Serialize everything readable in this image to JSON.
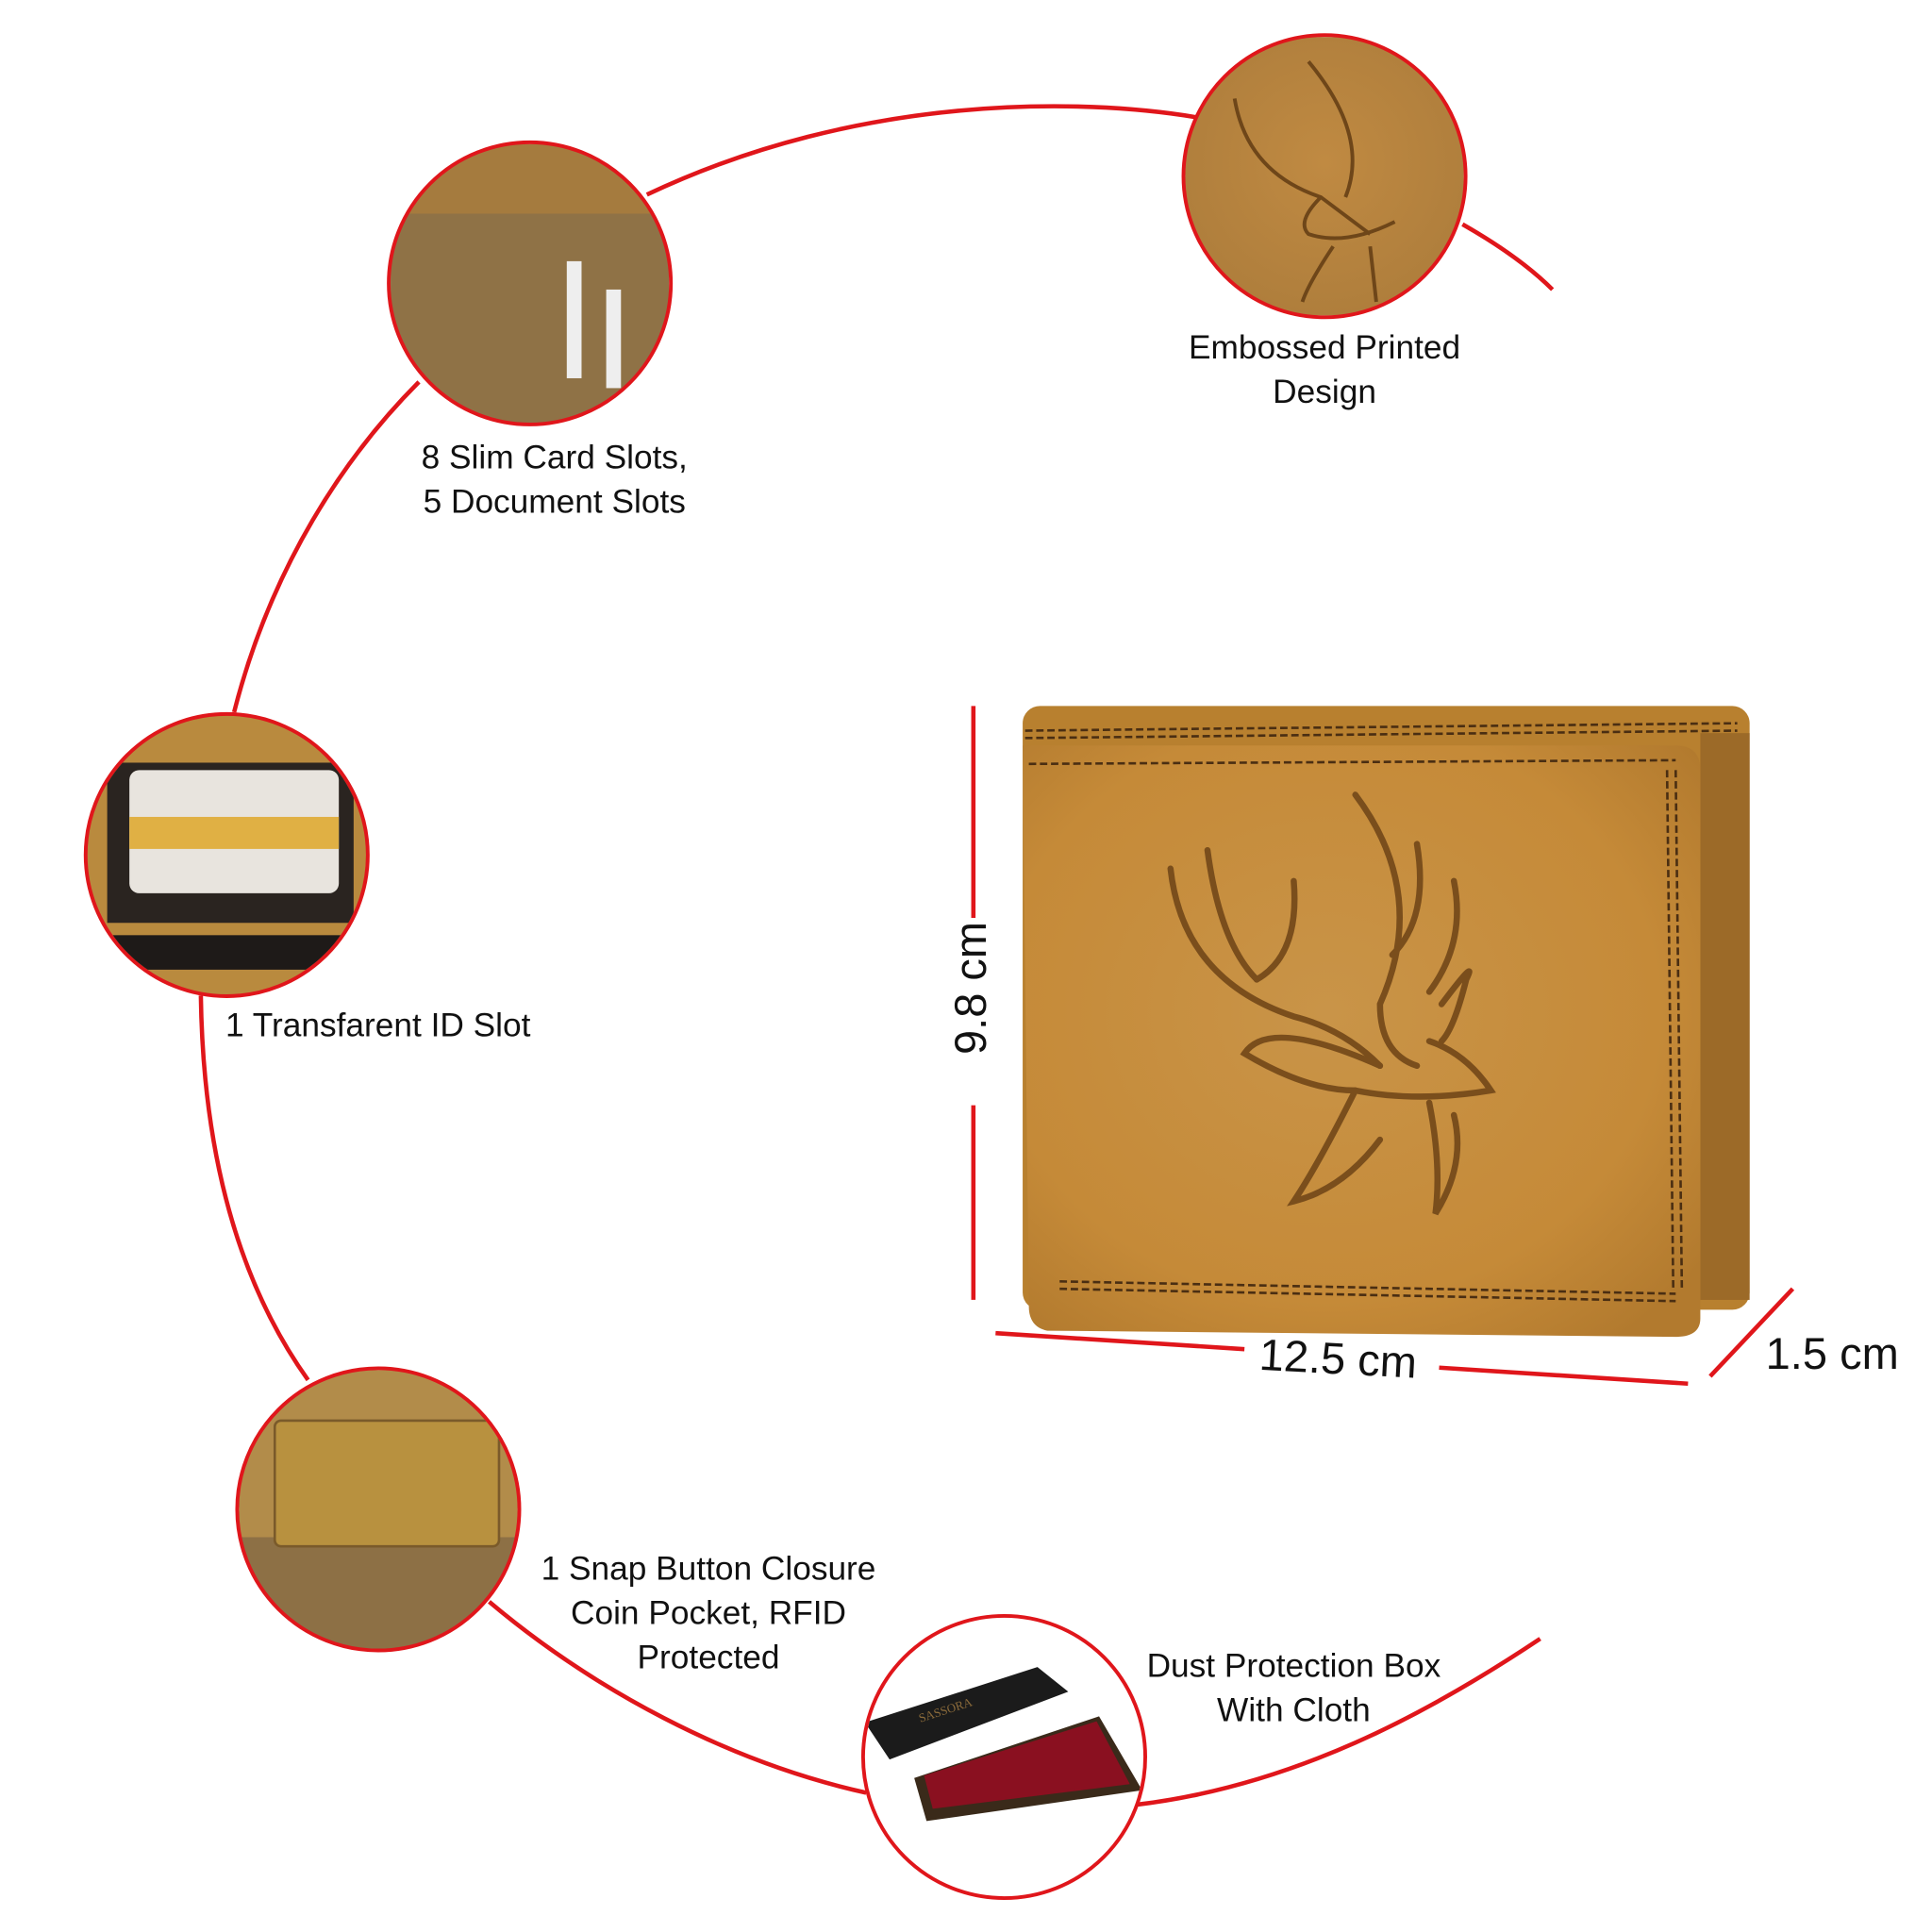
{
  "features": [
    {
      "id": "embossed",
      "label_lines": [
        "Embossed Printed",
        "Design"
      ]
    },
    {
      "id": "card-slots",
      "label_lines": [
        "8 Slim Card Slots,",
        "5 Document Slots"
      ]
    },
    {
      "id": "id-slot",
      "label_lines": [
        "1 Transfarent ID Slot"
      ]
    },
    {
      "id": "coin-pocket",
      "label_lines": [
        "1 Snap Button Closure",
        "Coin Pocket, RFID",
        "Protected"
      ]
    },
    {
      "id": "box",
      "label_lines": [
        "Dust Protection Box",
        "With Cloth"
      ]
    }
  ],
  "dimensions": {
    "height": "9.8 cm",
    "width": "12.5 cm",
    "depth": "1.5 cm"
  },
  "colors": {
    "accent": "#e0161b",
    "leather": "#c58d3c",
    "box_cloth": "#8a1020"
  },
  "brand_logo_text": "SASSORA"
}
